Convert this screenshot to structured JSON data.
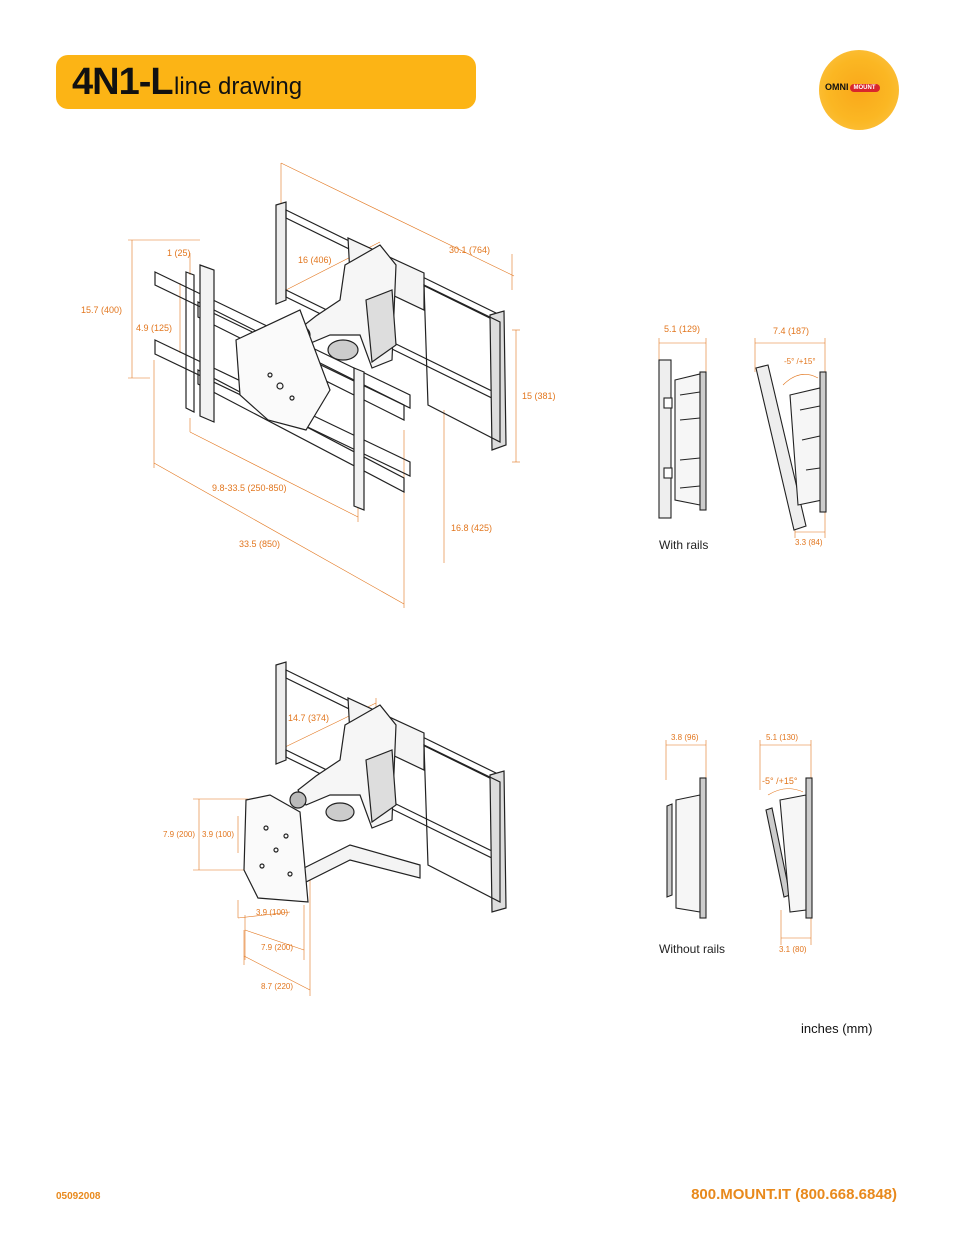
{
  "header": {
    "model": "4N1-L",
    "subtitle": "line drawing"
  },
  "logo": {
    "left": "OMNI",
    "right": "MOUNT"
  },
  "top_drawing": {
    "dims": [
      "1 (25)",
      "16 (406)",
      "30.1 (764)",
      "15.7 (400)",
      "4.9 (125)",
      "15 (381)",
      "9.8-33.5 (250-850)",
      "16.8 (425)",
      "33.5 (850)"
    ]
  },
  "bottom_drawing": {
    "dims": [
      "14.7 (374)",
      "7.9 (200)",
      "3.9 (100)",
      "3.9 (100)",
      "7.9 (200)",
      "8.7 (220)"
    ]
  },
  "side_with_rails": {
    "dims": [
      "5.1 (129)",
      "7.4 (187)",
      "-5° /+15°",
      "3.3 (84)"
    ],
    "caption": "With rails"
  },
  "side_without_rails": {
    "dims": [
      "3.8 (96)",
      "5.1 (130)",
      "-5° /+15°",
      "3.1 (80)"
    ],
    "caption": "Without rails"
  },
  "units": "inches (mm)",
  "footer": {
    "doc_number": "05092008",
    "phone": "800.MOUNT.IT (800.668.6848)"
  },
  "colors": {
    "accent": "#fcb415",
    "dimension": "#e2761e",
    "logo_red": "#d9262c"
  }
}
